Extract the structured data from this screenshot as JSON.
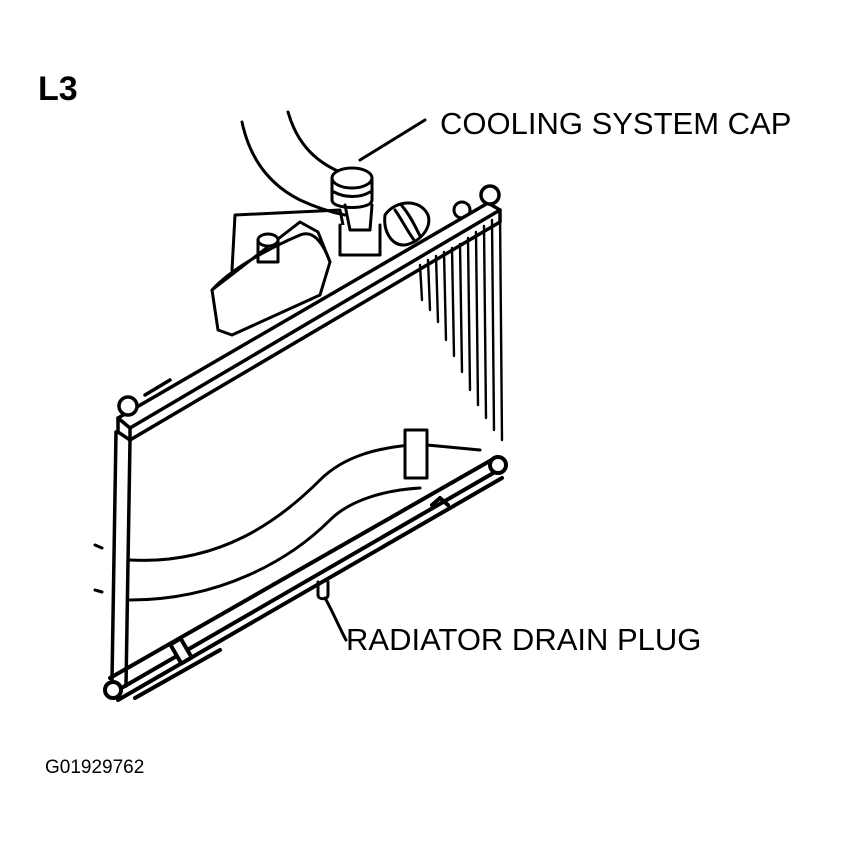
{
  "figure_id": "L3",
  "labels": {
    "cooling_system_cap": "COOLING SYSTEM CAP",
    "radiator_drain_plug": "RADIATOR DRAIN PLUG"
  },
  "image_code": "G01929762",
  "colors": {
    "ink": "#000000",
    "paper": "#ffffff"
  }
}
